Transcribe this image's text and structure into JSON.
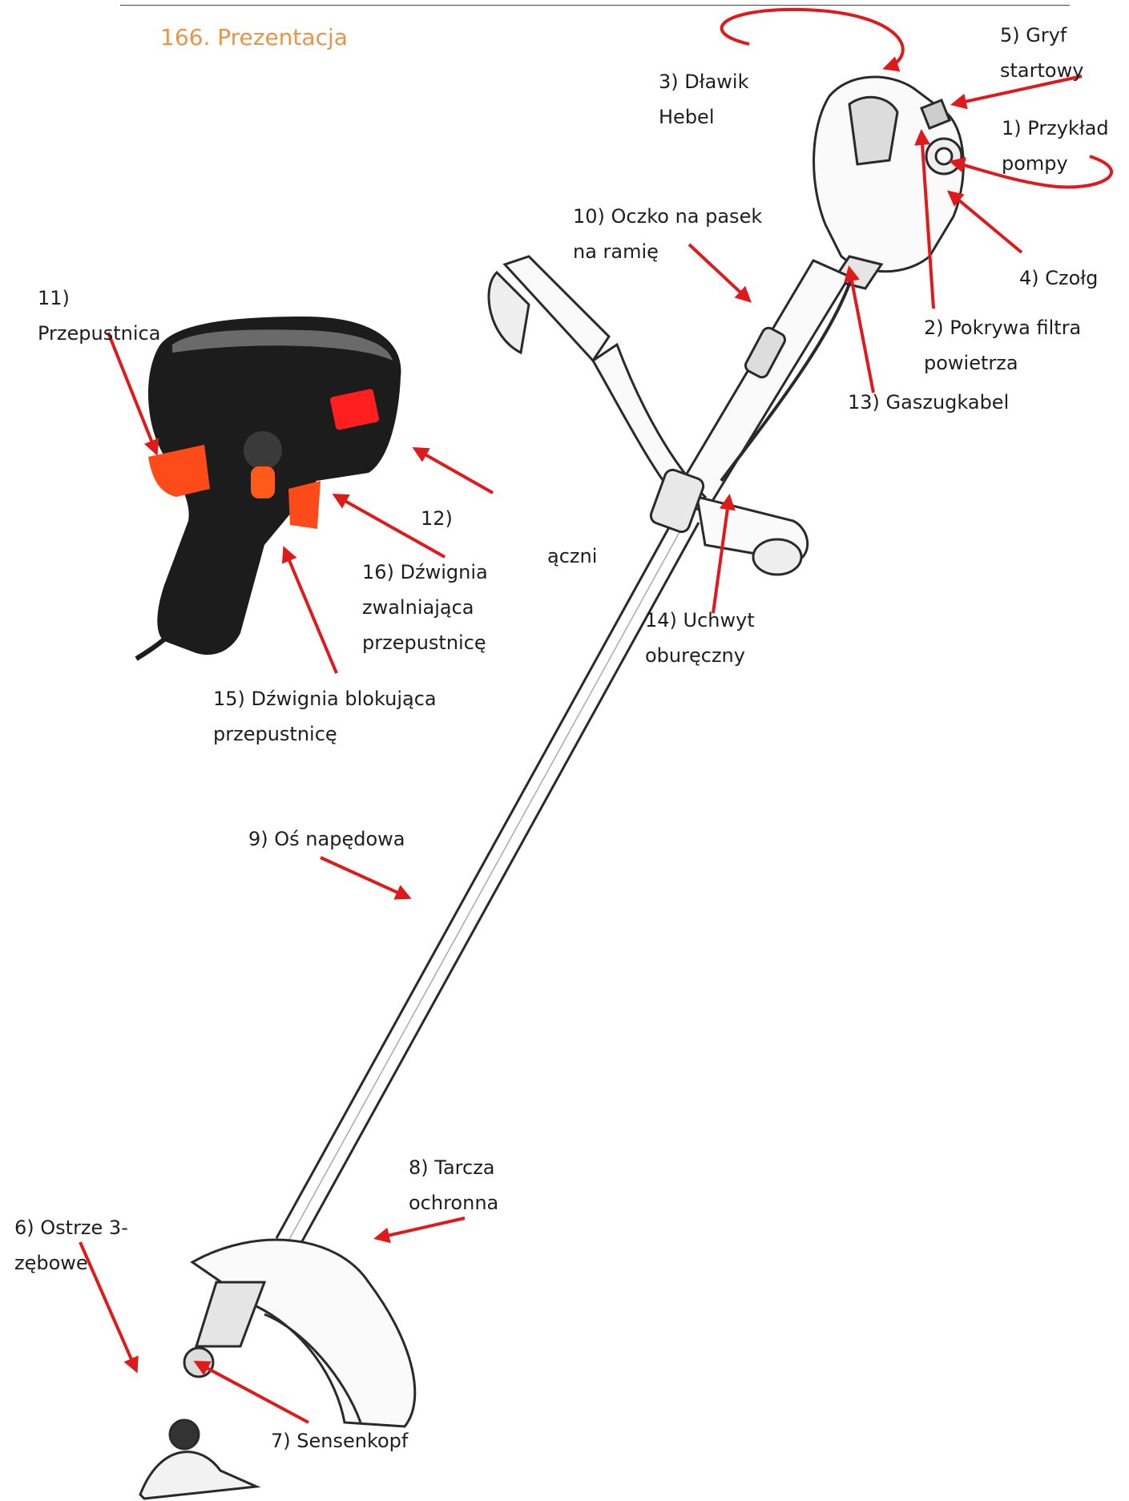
{
  "page": {
    "title": "166. Prezentacja"
  },
  "colors": {
    "title": "#e8954a",
    "arrow": "#e01a1a",
    "drawing": "#2a2a2a",
    "handle": "#1c1c1c",
    "accent": "#ff4a1a"
  },
  "labels": {
    "l1": [
      "1) Przykład",
      "pompy"
    ],
    "l2": [
      "2) Pokrywa filtra",
      "powietrza"
    ],
    "l3": [
      "3) Dławik",
      "Hebel"
    ],
    "l4": [
      "4) Czołg"
    ],
    "l5": [
      "5) Gryf",
      "startowy"
    ],
    "l6": [
      "6) Ostrze 3-",
      "zębowe"
    ],
    "l7": [
      "7) Sensenkopf"
    ],
    "l8": [
      "8) Tarcza",
      "ochronna"
    ],
    "l9": [
      "9) Oś napędowa"
    ],
    "l10": [
      "10) Oczko na pasek",
      "na ramię"
    ],
    "l11": [
      "11)",
      "Przepustnica"
    ],
    "l12": [
      "12)"
    ],
    "l12b": [
      "ączni"
    ],
    "l13": [
      "13) Gaszugkabel"
    ],
    "l14": [
      "14) Uchwyt",
      "oburęczny"
    ],
    "l15": [
      "15) Dźwignia blokująca",
      "przepustnicę"
    ],
    "l16": [
      "16) Dźwignia",
      "zwalniająca",
      "przepustnicę"
    ]
  }
}
